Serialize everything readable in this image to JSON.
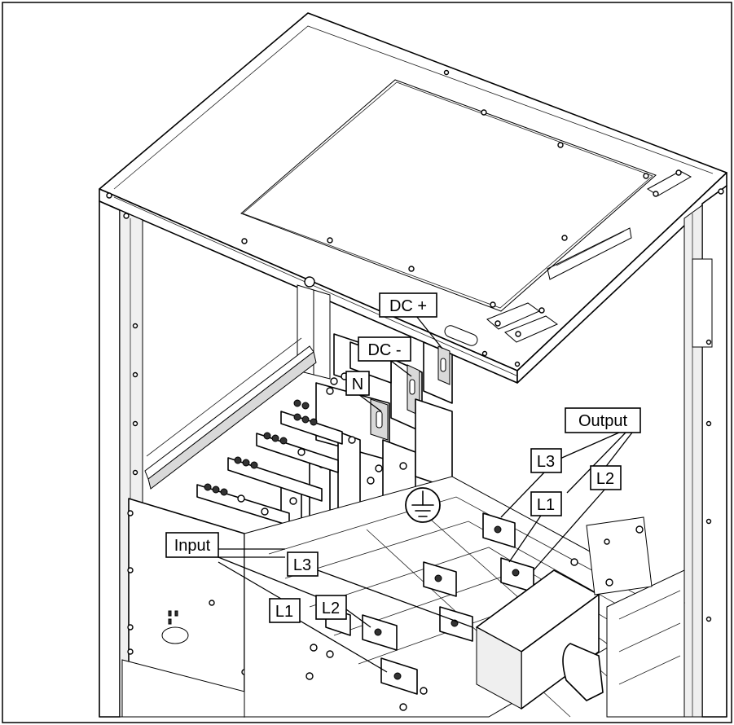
{
  "figure": {
    "labels": {
      "dc_plus": "DC +",
      "dc_minus": "DC -",
      "neutral": "N",
      "output": "Output",
      "output_l3": "L3",
      "output_l1": "L1",
      "output_l2": "L2",
      "input": "Input",
      "input_l3": "L3",
      "input_l2": "L2",
      "input_l1": "L1"
    },
    "symbols": {
      "ground": "protective-earth-icon"
    }
  }
}
